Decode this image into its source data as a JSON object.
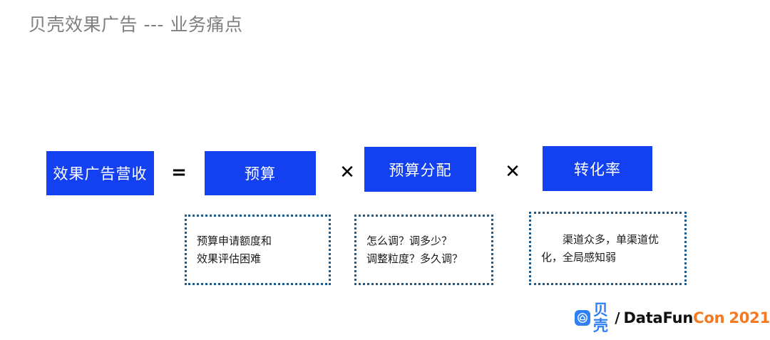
{
  "slide": {
    "title": "贝壳效果广告 --- 业务痛点",
    "background_color": "#ffffff",
    "title_color": "#7f7f7f"
  },
  "formula": {
    "accent_color": "#1340f0",
    "boxes": [
      {
        "id": "revenue",
        "label": "效果广告营收"
      },
      {
        "id": "budget",
        "label": "预算"
      },
      {
        "id": "alloc",
        "label": "预算分配"
      },
      {
        "id": "conv",
        "label": "转化率"
      }
    ],
    "operators": {
      "equals": "=",
      "times_1": "✕",
      "times_2": "✕"
    }
  },
  "pain_points": {
    "border_color": "#1f5c8b",
    "items": [
      {
        "id": "budget",
        "line1": "预算申请额度和",
        "line2": "效果评估困难"
      },
      {
        "id": "alloc",
        "line1": "怎么调？调多少？",
        "line2": "调整粒度？多久调？"
      },
      {
        "id": "conv",
        "line1": "渠道众多，单渠道优",
        "line2": "化，全局感知弱"
      }
    ]
  },
  "footer": {
    "brand_cn": "贝壳",
    "separator": "/",
    "brand_en_dark": "DataFun",
    "brand_en_accent": "Con",
    "year": "2021",
    "ke_blue": "#2f7ff5",
    "orange": "#f47920"
  }
}
